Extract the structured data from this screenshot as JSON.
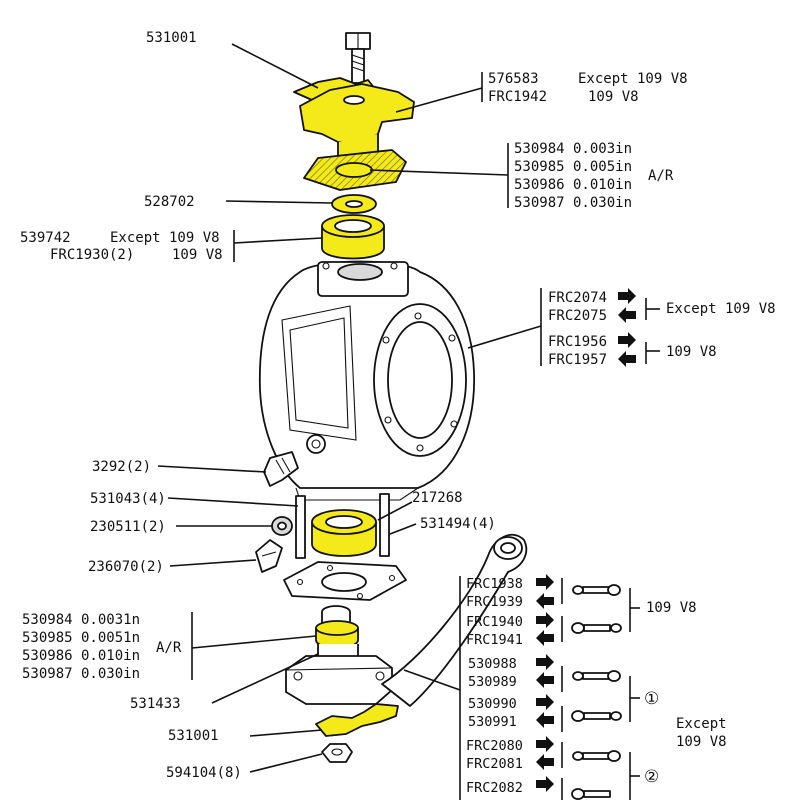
{
  "colors": {
    "highlight": "#f4ea1a",
    "ink": "#111111",
    "paper": "#ffffff"
  },
  "labels": {
    "bolt_top": "531001",
    "cap_a": "576583",
    "cap_a_note": "Except 109 V8",
    "cap_b": "FRC1942",
    "cap_b_note": "109 V8",
    "shim_top_1": "530984 0.003in",
    "shim_top_2": "530985 0.005in",
    "shim_top_3": "530986 0.010in",
    "shim_top_4": "530987 0.030in",
    "shim_top_ar": "A/R",
    "seal_top": "528702",
    "bearing_a": "539742",
    "bearing_a_note": "Except 109 V8",
    "bearing_b": "FRC1930(2)",
    "bearing_b_note": "109 V8",
    "housing_1": "FRC2074",
    "housing_2": "FRC2075",
    "housing_note_a": "Except 109 V8",
    "housing_3": "FRC1956",
    "housing_4": "FRC1957",
    "housing_note_b": "109 V8",
    "plug": "3292(2)",
    "stud": "531043(4)",
    "washer": "230511(2)",
    "nipple": "236070(2)",
    "bearing_bottom": "217268",
    "stud_right": "531494(4)",
    "shim_bot_1": "530984 0.0031n",
    "shim_bot_2": "530985 0.0051n",
    "shim_bot_3": "530986 0.010in",
    "shim_bot_4": "530987 0.030in",
    "shim_bot_ar": "A/R",
    "pin_bottom": "531433",
    "bolt_bottom": "531001",
    "nut": "594104(8)",
    "arm_1": "FRC1938",
    "arm_2": "FRC1939",
    "arm_3": "FRC1940",
    "arm_4": "FRC1941",
    "arm_note_a": "109 V8",
    "arm_5": "530988",
    "arm_6": "530989",
    "arm_7": "530990",
    "arm_8": "530991",
    "circle_1": "①",
    "arm_note_b1": "Except",
    "arm_note_b2": "109 V8",
    "arm_9": "FRC2080",
    "arm_10": "FRC2081",
    "arm_11": "FRC2082",
    "circle_2": "②"
  }
}
